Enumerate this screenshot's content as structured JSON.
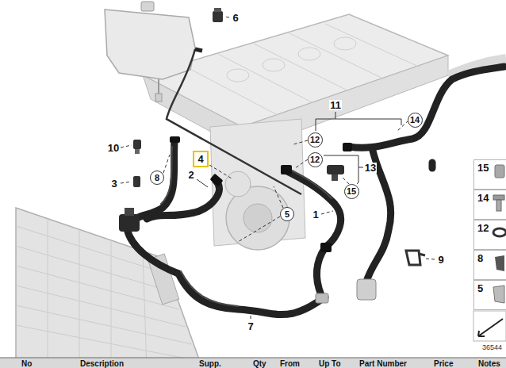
{
  "diagram": {
    "nodes": [
      {
        "text": [
          "14"
        ]
      },
      {
        "text": [
          "12"
        ]
      },
      {
        "text": [
          "4"
        ]
      },
      {
        "text": [
          "12"
        ]
      },
      {
        "text": [
          "8"
        ]
      },
      {
        "text": [
          "15"
        ]
      },
      {
        "text": [
          "5"
        ]
      },
      {
        "text": [
          "15"
        ]
      },
      {
        "text": [
          "14"
        ]
      },
      {
        "text": [
          "12"
        ]
      },
      {
        "text": [
          "8"
        ]
      },
      {
        "text": [
          "5"
        ]
      }
    ],
    "labels": [
      "6",
      "11",
      "10",
      "3",
      "2",
      "13",
      "1",
      "9",
      "7",
      "36544",
      "No",
      "Description",
      "Supp.",
      "Qty",
      "From",
      "Up To",
      "Part Number",
      "Price",
      "Notes"
    ]
  }
}
